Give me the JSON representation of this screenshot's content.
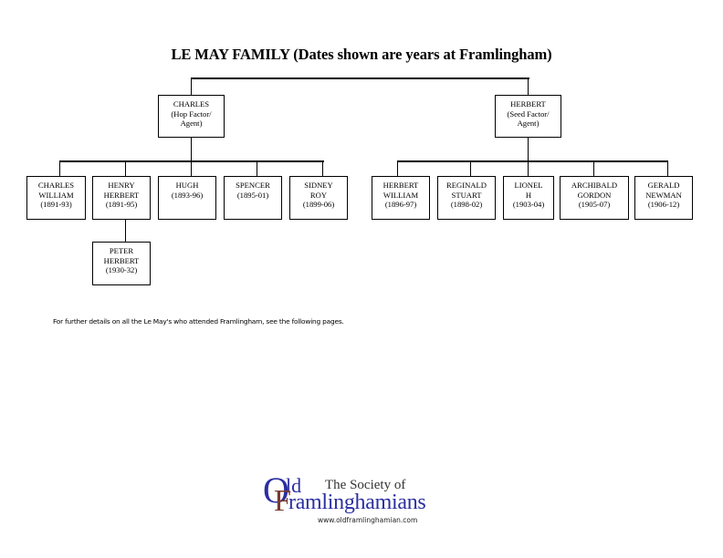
{
  "title": "LE MAY FAMILY (Dates shown are years at Framlingham)",
  "parents": [
    {
      "name": "CHARLES",
      "line2": "(Hop Factor/",
      "line3": "Agent)"
    },
    {
      "name": "HERBERT",
      "line2": "(Seed Factor/",
      "line3": "Agent)"
    }
  ],
  "charles_children": [
    {
      "line1": "CHARLES",
      "line2": "WILLIAM",
      "line3": "(1891-93)"
    },
    {
      "line1": "HENRY",
      "line2": "HERBERT",
      "line3": "(1891-95)"
    },
    {
      "line1": "HUGH",
      "line2": "(1893-96)",
      "line3": ""
    },
    {
      "line1": "SPENCER",
      "line2": "(1895-01)",
      "line3": ""
    },
    {
      "line1": "SIDNEY",
      "line2": "ROY",
      "line3": "(1899-06)"
    }
  ],
  "herbert_children": [
    {
      "line1": "HERBERT",
      "line2": "WILLIAM",
      "line3": "(1896-97)"
    },
    {
      "line1": "REGINALD",
      "line2": "STUART",
      "line3": "(1898-02)"
    },
    {
      "line1": "LIONEL",
      "line2": "H",
      "line3": "(1903-04)"
    },
    {
      "line1": "ARCHIBALD",
      "line2": "GORDON",
      "line3": "(1905-07)"
    },
    {
      "line1": "GERALD",
      "line2": "NEWMAN",
      "line3": "(1906-12)"
    }
  ],
  "grandchild": {
    "line1": "PETER",
    "line2": "HERBERT",
    "line3": "(1930-32)"
  },
  "note": "For further details on all the Le May's who attended Framlingham, see the following pages.",
  "logo": {
    "big_o": "O",
    "ld": "ld",
    "society": "The Society of",
    "big_f": "F",
    "ram": "ramlinghamians",
    "url": "www.oldframlinghamian.com"
  },
  "colors": {
    "logo_blue": "#2b2fa0",
    "logo_brown": "#7a3a2e"
  }
}
